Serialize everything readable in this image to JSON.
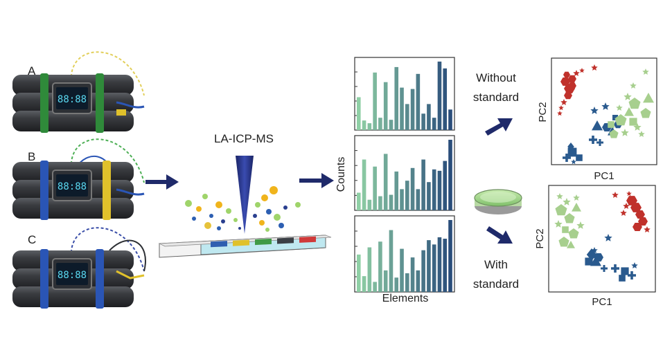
{
  "devices": [
    {
      "label": "A",
      "wire_color": "#e2cf5a",
      "band_color": "#2f8a3a",
      "display": "88:88"
    },
    {
      "label": "B",
      "wire_color": "#4daf55",
      "band_color": "#2a55b5",
      "display": "88:88"
    },
    {
      "label": "C",
      "wire_color": "#3a4ea8",
      "band_color": "#2a55b5",
      "display": "88:88"
    }
  ],
  "technique": {
    "label": "LA-ICP-MS"
  },
  "sample_strip_colors": [
    "#2f5fb0",
    "#e0c12b",
    "#3f9a45",
    "#3b3f45",
    "#d03a3a"
  ],
  "spectra": {
    "ylabel": "Counts",
    "xlabel": "Elements",
    "bar_color_start": "#8fcfa5",
    "bar_color_end": "#2a4d7a",
    "panels": [
      {
        "values": [
          0.48,
          0.14,
          0.1,
          0.84,
          0.18,
          0.7,
          0.15,
          0.92,
          0.62,
          0.38,
          0.6,
          0.82,
          0.24,
          0.38,
          0.18,
          1.0,
          0.9,
          0.3
        ]
      },
      {
        "values": [
          0.25,
          0.72,
          0.15,
          0.62,
          0.2,
          0.8,
          0.22,
          0.55,
          0.3,
          0.42,
          0.6,
          0.3,
          0.72,
          0.4,
          0.58,
          0.56,
          0.7,
          1.0
        ]
      },
      {
        "values": [
          0.52,
          0.22,
          0.62,
          0.14,
          0.7,
          0.3,
          0.86,
          0.2,
          0.6,
          0.26,
          0.48,
          0.3,
          0.58,
          0.72,
          0.66,
          0.76,
          0.74,
          1.0
        ]
      }
    ]
  },
  "branches": {
    "without": {
      "line1": "Without",
      "line2": "standard"
    },
    "with": {
      "line1": "With",
      "line2": "standard"
    }
  },
  "pca": {
    "xlabel": "PC1",
    "ylabel": "PC2",
    "colors": {
      "red": "#c0312b",
      "green": "#a7cf8e",
      "blue": "#2a5a8e"
    }
  }
}
